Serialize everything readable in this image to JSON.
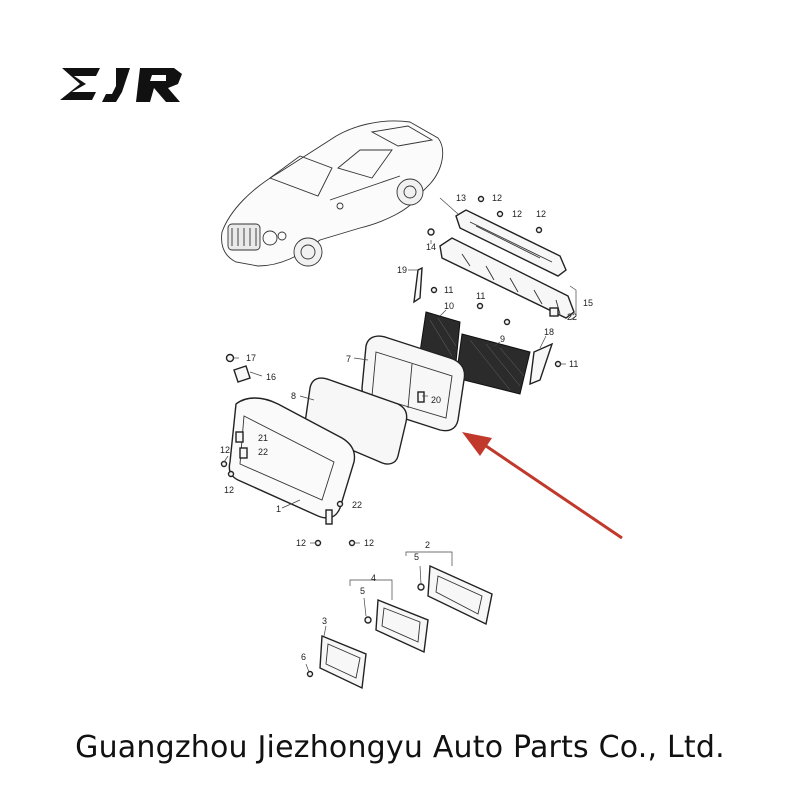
{
  "brand": {
    "logo_text": "EJR"
  },
  "caption": "Guangzhou Jiezhongyu Auto Parts Co., Ltd.",
  "callouts": {
    "c1": "1",
    "c2": "2",
    "c3": "3",
    "c4": "4",
    "c5a": "5",
    "c5b": "5",
    "c6": "6",
    "c7": "7",
    "c8": "8",
    "c9": "9",
    "c10": "10",
    "c11a": "11",
    "c11b": "11",
    "c11c": "11",
    "c12a": "12",
    "c12b": "12",
    "c12c": "12",
    "c12d": "12",
    "c12e": "12",
    "c12f": "12",
    "c12g": "12",
    "c13": "13",
    "c14": "14",
    "c15": "15",
    "c16": "16",
    "c17": "17",
    "c18": "18",
    "c19": "19",
    "c20": "20",
    "c21": "21",
    "c22a": "22",
    "c22b": "22",
    "c22c": "22"
  },
  "colors": {
    "arrow": "#c0392b",
    "line": "#222222",
    "mesh": "#2b2b2b"
  }
}
